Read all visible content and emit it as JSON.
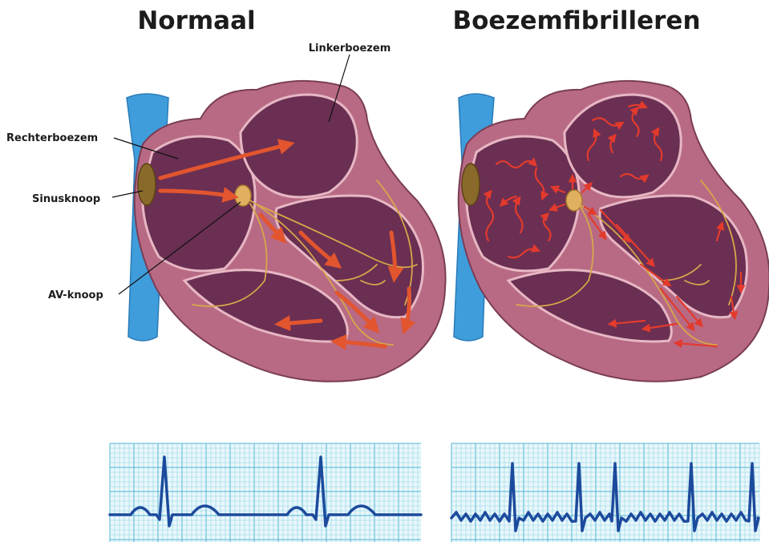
{
  "titles": {
    "left": "Normaal",
    "right": "Boezemfibrilleren"
  },
  "labels": {
    "left_atrium": "Linkerboezem",
    "right_atrium": "Rechterboezem",
    "sinus_node": "Sinusknoop",
    "av_node": "AV-knoop"
  },
  "colors": {
    "muscle": "#b86a84",
    "chamber": "#6a2f52",
    "vein": "#3f9ddb",
    "signal": "#e2552f",
    "conduction": "#d7a64a",
    "ecg_trace": "#1c4a9c",
    "ecg_grid": "#8fd3e6"
  },
  "ecg": {
    "normal": {
      "rhythm": "regular",
      "beats": 2
    },
    "fibrillation": {
      "rhythm": "irregular",
      "beats": 5
    }
  }
}
